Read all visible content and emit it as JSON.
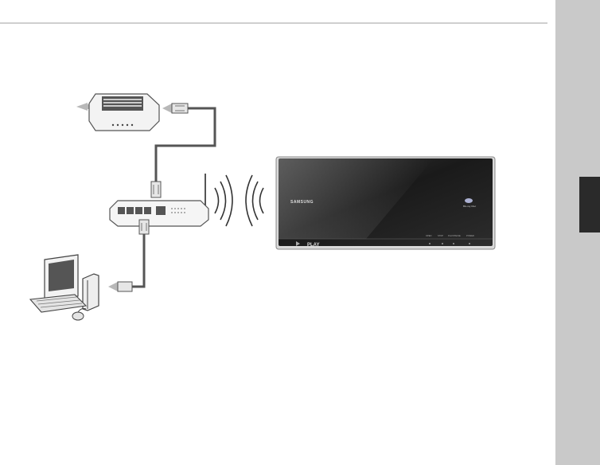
{
  "player": {
    "brand": "SAMSUNG",
    "play_label": "PLAY",
    "disc_logo": "Blu-ray Disc",
    "controls": [
      "OPEN",
      "STOP",
      "PLAY/PAUSE",
      "POWER"
    ]
  },
  "icons": {
    "modem": "broadband-modem-icon",
    "router": "wireless-router-icon",
    "computer": "desktop-computer-icon",
    "player": "blu-ray-player-icon",
    "wifi": "wireless-signal-icon",
    "cable": "ethernet-cable-icon"
  }
}
